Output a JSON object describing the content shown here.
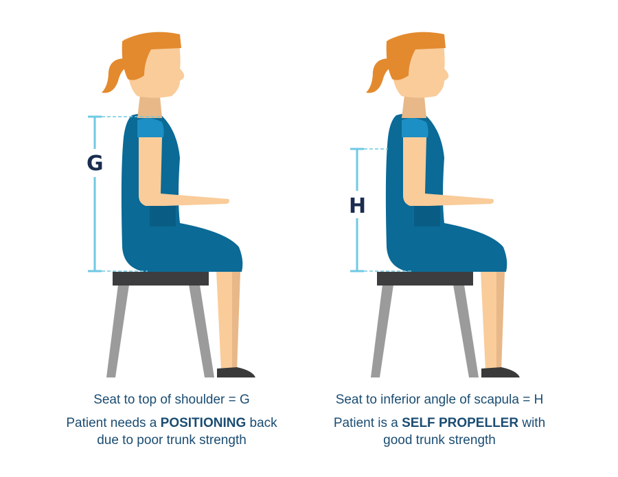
{
  "panels": [
    {
      "id": "positioning",
      "measure_letter": "G",
      "caption_measure": "Seat to top of shoulder = G",
      "caption_pre": "Patient needs a ",
      "caption_bold": "POSITIONING",
      "caption_post": " back",
      "caption_line3": "due to poor trunk strength"
    },
    {
      "id": "self-propeller",
      "measure_letter": "H",
      "caption_measure": "Seat to inferior angle of scapula = H",
      "caption_pre": "Patient is a ",
      "caption_bold": "SELF PROPELLER",
      "caption_post": " with",
      "caption_line3": "good trunk strength"
    }
  ],
  "colors": {
    "hair": "#e38a2e",
    "skin": "#f9cc9a",
    "skin_shadow": "#e8b888",
    "dress": "#0b6a96",
    "dress_shadow": "#095d84",
    "sleeve": "#1c8fc4",
    "seat": "#3d3d3f",
    "chair_legs": "#9b9b9b",
    "shoe": "#3a3a3a",
    "measure_line": "#6fc9e3",
    "text": "#1a4c72"
  }
}
